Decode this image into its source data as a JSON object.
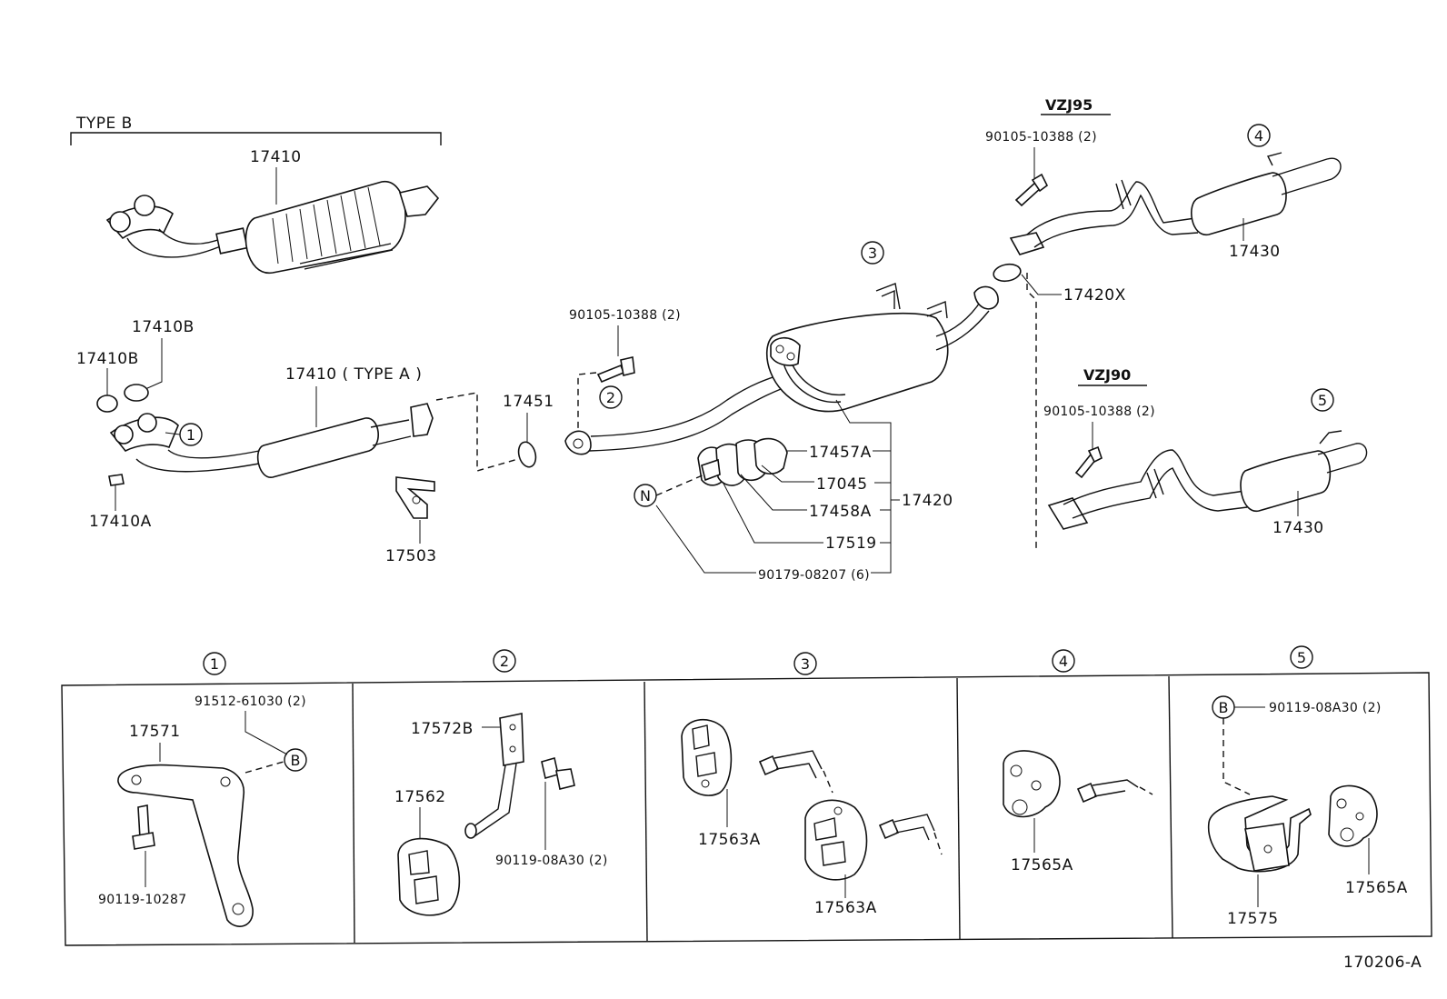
{
  "diagram_id": "170206-A",
  "headers": {
    "type_b": "TYPE B",
    "vzj95": "VZJ95",
    "vzj90": "VZJ90"
  },
  "callouts": {
    "c1": "1",
    "c2": "2",
    "c3": "3",
    "c4": "4",
    "c5": "5",
    "n": "N",
    "b": "B"
  },
  "parts": {
    "p17410_top": "17410",
    "p17410b_a": "17410B",
    "p17410b_b": "17410B",
    "p17410_typea": "17410 ( TYPE  A )",
    "p17410a": "17410A",
    "p17503": "17503",
    "p17451": "17451",
    "p90105_mid": "90105-10388 (2)",
    "p17457a": "17457A",
    "p17045": "17045",
    "p17458a": "17458A",
    "p17519": "17519",
    "p90179": "90179-08207 (6)",
    "p17420": "17420",
    "p90105_vzj95": "90105-10388 (2)",
    "p17430_top": "17430",
    "p17420x": "17420X",
    "p90105_vzj90": "90105-10388 (2)",
    "p17430_bot": "17430"
  },
  "detail_panels": [
    {
      "id": "1",
      "labels": [
        "91512-61030 (2)",
        "17571",
        "90119-10287"
      ]
    },
    {
      "id": "2",
      "labels": [
        "17572B",
        "17562",
        "90119-08A30 (2)"
      ]
    },
    {
      "id": "3",
      "labels": [
        "17563A",
        "17563A"
      ]
    },
    {
      "id": "4",
      "labels": [
        "17565A"
      ]
    },
    {
      "id": "5",
      "labels": [
        "90119-08A30 (2)",
        "17575",
        "17565A"
      ]
    }
  ]
}
